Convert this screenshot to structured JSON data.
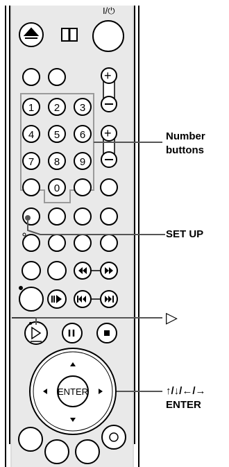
{
  "remote": {
    "power_symbol": "I/⏻",
    "number_keys": [
      "1",
      "2",
      "3",
      "4",
      "5",
      "6",
      "7",
      "8",
      "9",
      "0"
    ],
    "enter_label": "ENTER"
  },
  "callouts": {
    "number_buttons": [
      "Number",
      "buttons"
    ],
    "set_up": "SET UP",
    "play_symbol": "▷",
    "arrows": "↑/↓/←/→",
    "enter": "ENTER"
  },
  "colors": {
    "outline": "#000000",
    "callout_line": "#555555",
    "highlight": "#9a9a9a",
    "body_fill": "#d9d9d9",
    "button_fill": "#ffffff"
  }
}
